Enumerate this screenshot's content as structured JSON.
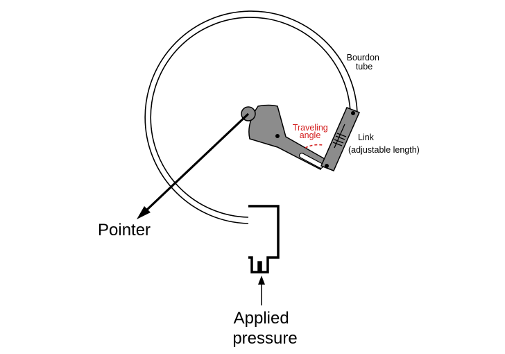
{
  "labels": {
    "pointer": "Pointer",
    "applied_pressure_line1": "Applied",
    "applied_pressure_line2": "pressure",
    "bourdon_line1": "Bourdon",
    "bourdon_line2": "tube",
    "link_line1": "Link",
    "link_line2": "(adjustable length)",
    "traveling_line1": "Traveling",
    "traveling_line2": "angle"
  },
  "colors": {
    "stroke": "#000000",
    "part_fill": "#8c8c8c",
    "annotation": "#d42020",
    "background": "#ffffff"
  }
}
